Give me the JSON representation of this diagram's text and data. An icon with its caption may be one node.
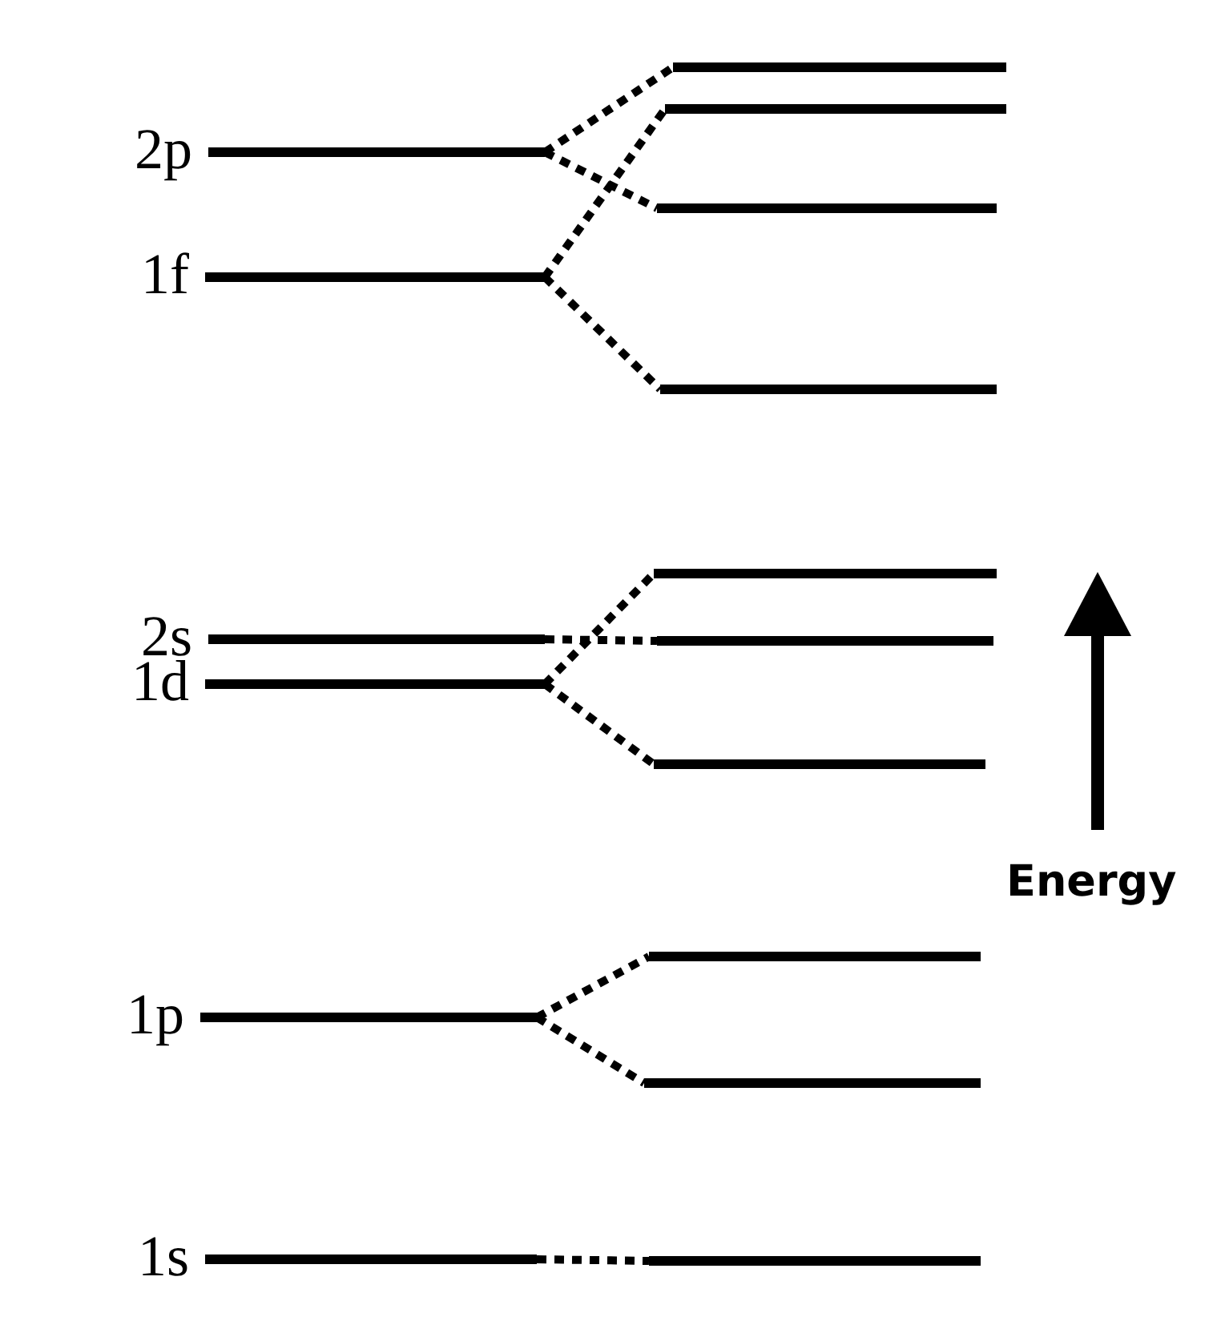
{
  "diagram": {
    "nodes": [
      {
        "text": [],
        "shape": "bar",
        "beside": [
          "2p"
        ]
      },
      {
        "text": [],
        "shape": "bar",
        "beside": [
          "1f"
        ]
      },
      {
        "text": [],
        "shape": "bar",
        "beside": [
          "2s"
        ]
      },
      {
        "text": [],
        "shape": "bar",
        "beside": [
          "1d"
        ]
      },
      {
        "text": [],
        "shape": "bar",
        "beside": [
          "1p"
        ]
      },
      {
        "text": [],
        "shape": "bar",
        "beside": [
          "1s"
        ]
      },
      {
        "text": [],
        "shape": "bar"
      },
      {
        "text": [],
        "shape": "bar"
      },
      {
        "text": [],
        "shape": "bar"
      },
      {
        "text": [],
        "shape": "bar"
      },
      {
        "text": [],
        "shape": "bar"
      },
      {
        "text": [],
        "shape": "bar"
      },
      {
        "text": [],
        "shape": "bar"
      },
      {
        "text": [],
        "shape": "bar"
      },
      {
        "text": [],
        "shape": "bar"
      },
      {
        "text": [],
        "shape": "bar"
      }
    ],
    "edges": [
      {
        "from": 0,
        "to": 6,
        "arrow": "none",
        "style": "dashed"
      },
      {
        "from": 0,
        "to": 8,
        "arrow": "none",
        "style": "dashed"
      },
      {
        "from": 1,
        "to": 7,
        "arrow": "none",
        "style": "dashed"
      },
      {
        "from": 1,
        "to": 9,
        "arrow": "none",
        "style": "dashed"
      },
      {
        "from": 2,
        "to": 11,
        "arrow": "none",
        "style": "dashed"
      },
      {
        "from": 3,
        "to": 10,
        "arrow": "none",
        "style": "dashed"
      },
      {
        "from": 3,
        "to": 12,
        "arrow": "none",
        "style": "dashed"
      },
      {
        "from": 4,
        "to": 13,
        "arrow": "none",
        "style": "dashed"
      },
      {
        "from": 4,
        "to": 14,
        "arrow": "none",
        "style": "dashed"
      },
      {
        "from": 5,
        "to": 15,
        "arrow": "none",
        "style": "dashed"
      }
    ],
    "labels": [
      "Energy"
    ]
  }
}
